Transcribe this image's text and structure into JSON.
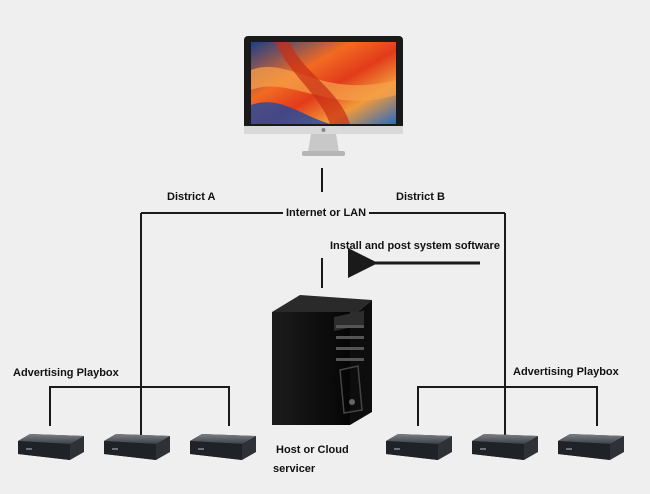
{
  "labels": {
    "district_a": "District A",
    "district_b": "District B",
    "network": "Internet or LAN",
    "install_note": "Install and post system software",
    "playbox_left": "Advertising Playbox",
    "playbox_right": "Advertising Playbox",
    "host_line1": "Host or Cloud",
    "host_line2": "servicer"
  },
  "icons": {
    "monitor": "monitor-icon",
    "server": "server-tower-icon",
    "playbox": "media-player-box-icon"
  },
  "colors": {
    "background": "#efefef",
    "lines": "#1a1a1a",
    "monitor_wallpaper_orange": "#f05a1c",
    "monitor_wallpaper_blue": "#2a5fb0"
  }
}
